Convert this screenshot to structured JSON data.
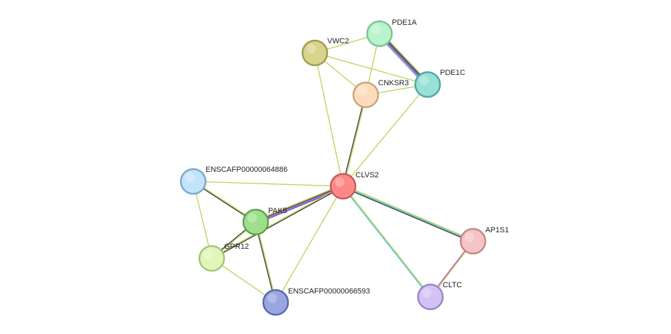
{
  "nodes": [
    {
      "id": "CLVS2",
      "label": "CLVS2",
      "fill": "#fe8888",
      "stroke": "#c85c5c"
    },
    {
      "id": "PDE1A",
      "label": "PDE1A",
      "fill": "#b8f5cc",
      "stroke": "#7ec295"
    },
    {
      "id": "VWC2",
      "label": "VWC2",
      "fill": "#d8d48c",
      "stroke": "#a09c50"
    },
    {
      "id": "PDE1C",
      "label": "PDE1C",
      "fill": "#99e0d6",
      "stroke": "#4ea89c"
    },
    {
      "id": "CNKSR3",
      "label": "CNKSR3",
      "fill": "#fddcbc",
      "stroke": "#c8a47e"
    },
    {
      "id": "ENSCAFP00000064886",
      "label": "ENSCAFP00000064886",
      "fill": "#c2e4fa",
      "stroke": "#7aa8c8"
    },
    {
      "id": "PAK5",
      "label": "PAK5",
      "fill": "#9ddf8c",
      "stroke": "#5fa24f"
    },
    {
      "id": "GPR12",
      "label": "GPR12",
      "fill": "#e0f6b8",
      "stroke": "#a6c47a"
    },
    {
      "id": "ENSCAFP00000066593",
      "label": "ENSCAFP00000066593",
      "fill": "#9aa6e0",
      "stroke": "#5a66b0"
    },
    {
      "id": "AP1S1",
      "label": "AP1S1",
      "fill": "#f5c4c4",
      "stroke": "#c08888"
    },
    {
      "id": "CLTC",
      "label": "CLTC",
      "fill": "#d2c2f5",
      "stroke": "#9886c8"
    }
  ],
  "edges": [
    {
      "source": "VWC2",
      "target": "PDE1A",
      "colors": [
        "#b4d64e"
      ]
    },
    {
      "source": "VWC2",
      "target": "PDE1C",
      "colors": [
        "#b4d64e"
      ]
    },
    {
      "source": "VWC2",
      "target": "CNKSR3",
      "colors": [
        "#b4d64e"
      ]
    },
    {
      "source": "VWC2",
      "target": "CLVS2",
      "colors": [
        "#b4d64e"
      ]
    },
    {
      "source": "PDE1A",
      "target": "CNKSR3",
      "colors": [
        "#b4d64e"
      ]
    },
    {
      "source": "PDE1A",
      "target": "PDE1C",
      "colors": [
        "#b4d64e",
        "#333333",
        "#3b4cc0",
        "#c23fa8",
        "#3fb7c9"
      ]
    },
    {
      "source": "CNKSR3",
      "target": "PDE1C",
      "colors": [
        "#b4d64e"
      ]
    },
    {
      "source": "CNKSR3",
      "target": "CLVS2",
      "colors": [
        "#b4d64e",
        "#333333"
      ]
    },
    {
      "source": "PDE1C",
      "target": "CLVS2",
      "colors": [
        "#b4d64e"
      ]
    },
    {
      "source": "ENSCAFP00000064886",
      "target": "CLVS2",
      "colors": [
        "#b4d64e"
      ]
    },
    {
      "source": "ENSCAFP00000064886",
      "target": "PAK5",
      "colors": [
        "#b4d64e",
        "#333333"
      ]
    },
    {
      "source": "ENSCAFP00000064886",
      "target": "GPR12",
      "colors": [
        "#b4d64e"
      ]
    },
    {
      "source": "PAK5",
      "target": "CLVS2",
      "colors": [
        "#b4d64e",
        "#333333",
        "#c23fa8",
        "#3b4cc0"
      ]
    },
    {
      "source": "PAK5",
      "target": "GPR12",
      "colors": [
        "#b4d64e",
        "#333333"
      ]
    },
    {
      "source": "PAK5",
      "target": "ENSCAFP00000066593",
      "colors": [
        "#b4d64e",
        "#333333"
      ]
    },
    {
      "source": "GPR12",
      "target": "CLVS2",
      "colors": [
        "#b4d64e",
        "#333333"
      ]
    },
    {
      "source": "GPR12",
      "target": "ENSCAFP00000066593",
      "colors": [
        "#b4d64e"
      ]
    },
    {
      "source": "ENSCAFP00000066593",
      "target": "CLVS2",
      "colors": [
        "#b4d64e"
      ]
    },
    {
      "source": "CLVS2",
      "target": "AP1S1",
      "colors": [
        "#b4d64e",
        "#3fb7c9",
        "#333333"
      ]
    },
    {
      "source": "CLVS2",
      "target": "CLTC",
      "colors": [
        "#b4d64e",
        "#3fb7c9"
      ]
    },
    {
      "source": "AP1S1",
      "target": "CLTC",
      "colors": [
        "#b4d64e",
        "#c23fa8"
      ]
    }
  ]
}
